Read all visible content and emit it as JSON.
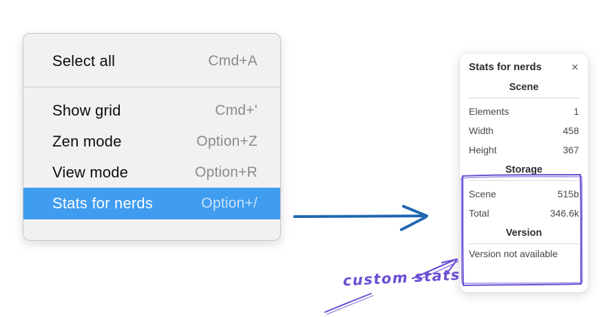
{
  "menu": {
    "items": [
      {
        "label": "Select all",
        "shortcut": "Cmd+A",
        "selected": false
      },
      {
        "label": "Show grid",
        "shortcut": "Cmd+'",
        "selected": false
      },
      {
        "label": "Zen mode",
        "shortcut": "Option+Z",
        "selected": false
      },
      {
        "label": "View mode",
        "shortcut": "Option+R",
        "selected": false
      },
      {
        "label": "Stats for nerds",
        "shortcut": "Option+/",
        "selected": true
      }
    ],
    "highlight_color": "#3f9cef"
  },
  "stats_panel": {
    "title": "Stats for nerds",
    "close_icon": "×",
    "sections": [
      {
        "heading": "Scene",
        "rows": [
          {
            "label": "Elements",
            "value": "1"
          },
          {
            "label": "Width",
            "value": "458"
          },
          {
            "label": "Height",
            "value": "367"
          }
        ]
      },
      {
        "heading": "Storage",
        "rows": [
          {
            "label": "Scene",
            "value": "515b"
          },
          {
            "label": "Total",
            "value": "346.6k"
          }
        ]
      },
      {
        "heading": "Version",
        "note": "Version not available"
      }
    ]
  },
  "annotation": {
    "label": "custom stats",
    "color": "#6b4dd2"
  },
  "flow_arrow_color": "#2166b0"
}
